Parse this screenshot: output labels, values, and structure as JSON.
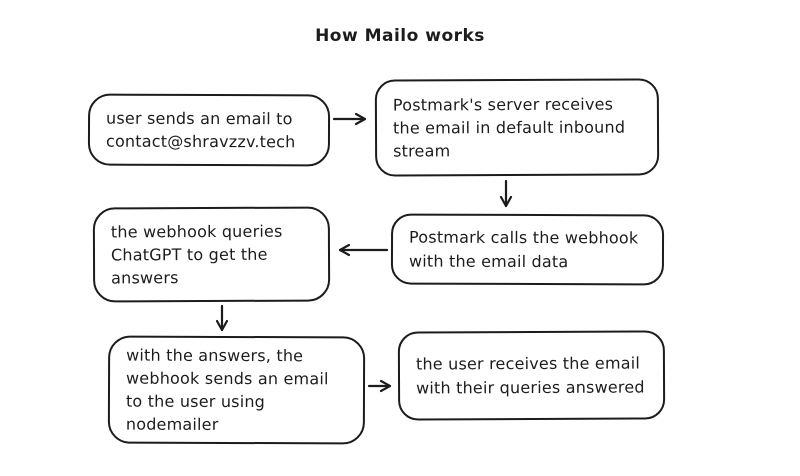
{
  "title": "How Mailo works",
  "colors": {
    "stroke": "#1c1c1c",
    "background": "#ffffff"
  },
  "nodes": [
    {
      "id": "user-sends-email",
      "label": "user sends an email to contact@shravzzv.tech"
    },
    {
      "id": "postmark-receives",
      "label": "Postmark's server receives the email in default inbound stream"
    },
    {
      "id": "postmark-calls-webhook",
      "label": "Postmark calls the webhook with the email data"
    },
    {
      "id": "webhook-queries-chatgpt",
      "label": "the webhook queries ChatGPT to get the answers"
    },
    {
      "id": "webhook-sends-email",
      "label": "with the answers, the webhook sends an email to the user using nodemailer"
    },
    {
      "id": "user-receives-email",
      "label": "the user receives the email with their queries answered"
    }
  ],
  "edges": [
    {
      "from": "user-sends-email",
      "to": "postmark-receives",
      "direction": "right"
    },
    {
      "from": "postmark-receives",
      "to": "postmark-calls-webhook",
      "direction": "down"
    },
    {
      "from": "postmark-calls-webhook",
      "to": "webhook-queries-chatgpt",
      "direction": "left"
    },
    {
      "from": "webhook-queries-chatgpt",
      "to": "webhook-sends-email",
      "direction": "down"
    },
    {
      "from": "webhook-sends-email",
      "to": "user-receives-email",
      "direction": "right"
    }
  ]
}
